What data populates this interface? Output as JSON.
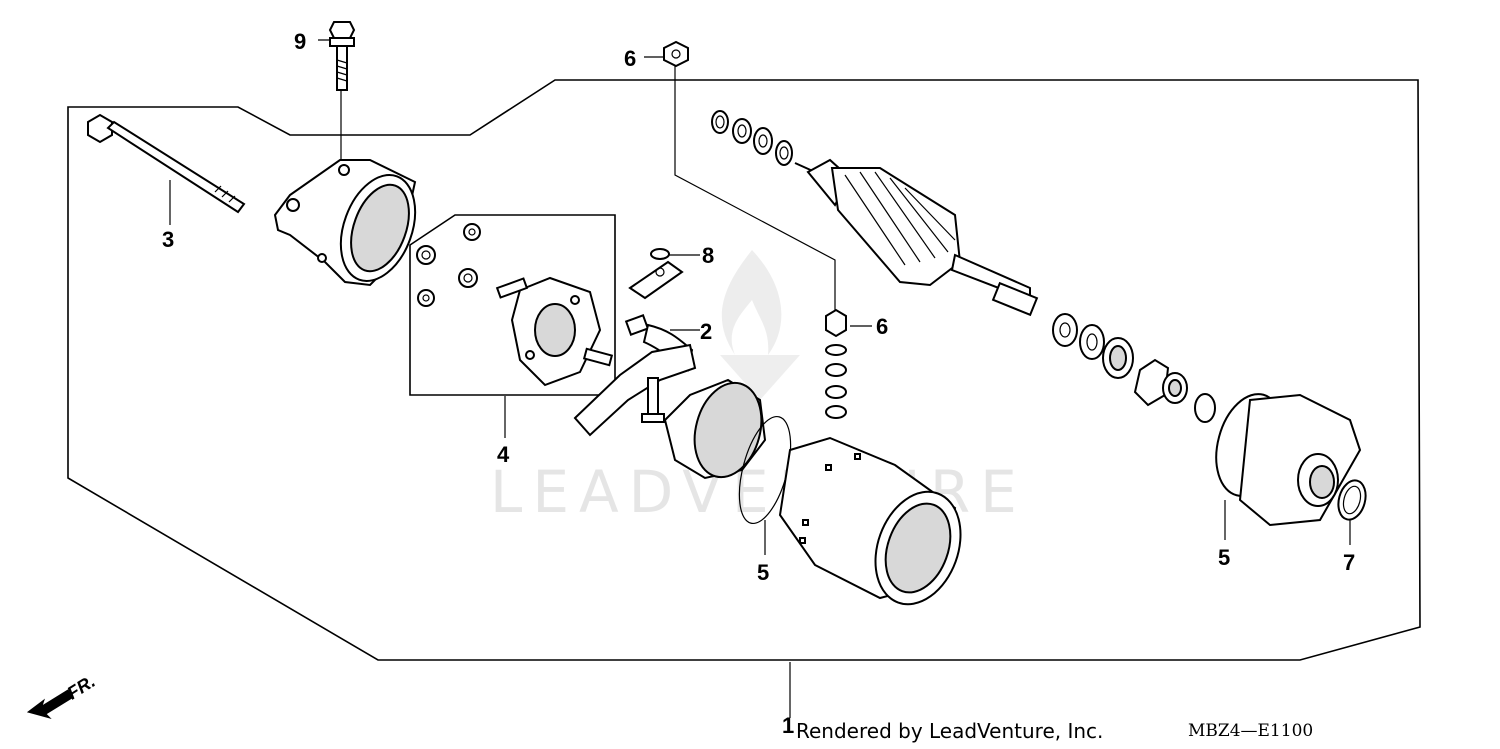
{
  "diagram": {
    "callouts": [
      "9",
      "3",
      "4",
      "8",
      "2",
      "6",
      "6",
      "5",
      "5",
      "7",
      "1"
    ],
    "watermark": "LEADVENTURE",
    "credit": "Rendered by LeadVenture, Inc.",
    "diagram_code": "MBZ4—E1100",
    "direction_label": "FR."
  }
}
